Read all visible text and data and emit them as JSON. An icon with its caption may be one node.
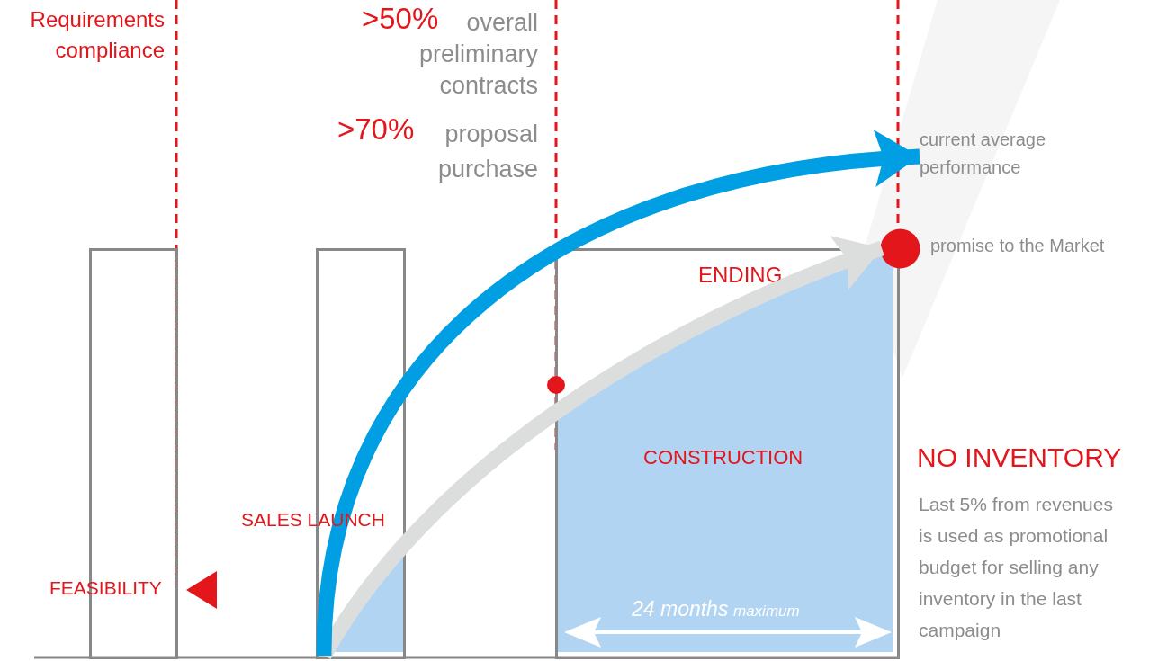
{
  "diagram": {
    "nodes": [
      {
        "text": [],
        "shape": "box"
      },
      {
        "text": [],
        "shape": "box"
      },
      {
        "text": [
          "ENDING",
          "CONSTRUCTION"
        ]
      },
      {
        "text": [
          "current average performance"
        ]
      },
      {
        "text": [],
        "shape": "circle",
        "beside": [
          "promise to the Market"
        ]
      }
    ],
    "edges": [
      {
        "from": 1,
        "to": 4,
        "arrow": "to",
        "color": "#dcdddd"
      },
      {
        "from": 1,
        "to": 3,
        "arrow": "to",
        "color": "#009fe3"
      }
    ],
    "labels": [
      "Requirements compliance",
      ">50%",
      "overall preliminary contracts",
      ">70%",
      "proposal purchase",
      "SALES LAUNCH",
      "NO INVENTORY",
      "Last 5% from revenues is used as promotional budget for selling any inventory in the last campaign",
      "FEASIBILITY",
      "24 months",
      "maximum"
    ]
  }
}
